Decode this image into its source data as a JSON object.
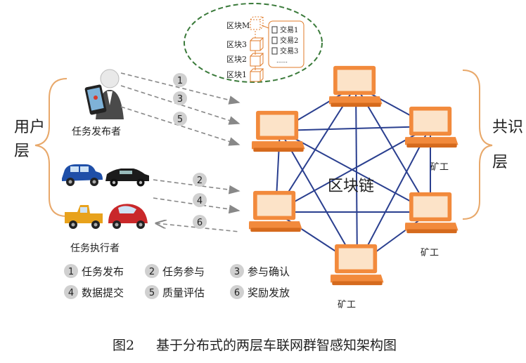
{
  "blockchain": {
    "blocks": [
      "区块M",
      "区块3",
      "区块2",
      "区块1"
    ],
    "transactions": [
      "交易1",
      "交易2",
      "交易3"
    ],
    "more": "……"
  },
  "user_layer": {
    "label_line1": "用户",
    "label_line2": "层",
    "publisher": "任务发布者",
    "executor": "任务执行者"
  },
  "consensus_layer": {
    "label_line1": "共识",
    "label_line2": "层",
    "miner": "矿工",
    "center": "区块链"
  },
  "flows": {
    "publish": [
      "1",
      "3",
      "5"
    ],
    "execute": [
      "2",
      "4",
      "6"
    ]
  },
  "legend": [
    {
      "num": "1",
      "text": "任务发布"
    },
    {
      "num": "2",
      "text": "任务参与"
    },
    {
      "num": "3",
      "text": "参与确认"
    },
    {
      "num": "4",
      "text": "数据提交"
    },
    {
      "num": "5",
      "text": "质量评估"
    },
    {
      "num": "6",
      "text": "奖励发放"
    }
  ],
  "caption": {
    "fig": "图2",
    "title": "基于分布式的两层车联网群智感知架构图"
  },
  "colors": {
    "laptop": "#f28a3c",
    "laptop_screen": "#fce3c8",
    "network_line": "#2a3f8f",
    "brace": "#e8a86a",
    "ellipse": "#3a7a3a",
    "block_orange": "#e07b2a",
    "arrow": "#888888",
    "badge": "#d0d0d0"
  }
}
